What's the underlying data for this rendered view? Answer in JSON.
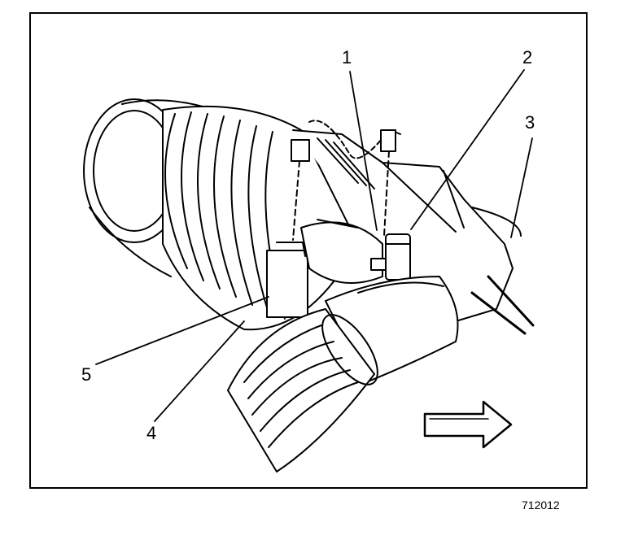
{
  "diagram": {
    "figure_id": "712012",
    "callouts": [
      {
        "id": "1",
        "label": "1"
      },
      {
        "id": "2",
        "label": "2"
      },
      {
        "id": "3",
        "label": "3"
      },
      {
        "id": "4",
        "label": "4"
      },
      {
        "id": "5",
        "label": "5"
      }
    ],
    "direction_arrow": "right",
    "colors": {
      "ink": "#000000",
      "paper": "#ffffff"
    }
  }
}
